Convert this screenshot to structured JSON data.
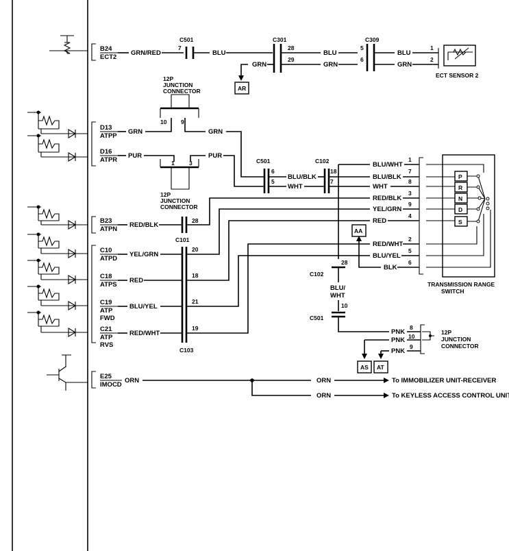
{
  "ecm_pins": [
    {
      "pin": "B24",
      "name": "ECT2"
    },
    {
      "pin": "D13",
      "name": "ATPP"
    },
    {
      "pin": "D16",
      "name": "ATPR"
    },
    {
      "pin": "B23",
      "name": "ATPN"
    },
    {
      "pin": "C10",
      "name": "ATPD"
    },
    {
      "pin": "C18",
      "name": "ATPS"
    },
    {
      "pin": "C19",
      "name": "ATP",
      "name2": "FWD"
    },
    {
      "pin": "C21",
      "name": "ATP",
      "name2": "RVS"
    },
    {
      "pin": "E25",
      "name": "IMOCD"
    }
  ],
  "connectors": {
    "c501": "C501",
    "c301": "C301",
    "c309": "C309",
    "c102": "C102",
    "c101": "C101",
    "c103": "C103",
    "jc12p_l1": "12P",
    "jc12p_l2": "JUNCTION",
    "jc12p_l3": "CONNECTOR"
  },
  "wires": {
    "grn_red": "GRN/RED",
    "blu": "BLU",
    "grn": "GRN",
    "pur": "PUR",
    "blu_blk": "BLU/BLK",
    "wht": "WHT",
    "blu_wht": "BLU/WHT",
    "red_blk": "RED/BLK",
    "yel_grn": "YEL/GRN",
    "red": "RED",
    "red_wht": "RED/WHT",
    "blu_yel": "BLU/YEL",
    "blk": "BLK",
    "blu_slash": "BLU/",
    "wht2": "WHT",
    "pnk": "PNK",
    "orn": "ORN"
  },
  "pins": {
    "c501_7": "7",
    "c301_28": "28",
    "c301_29": "29",
    "c309_5": "5",
    "c309_6": "6",
    "ect_1": "1",
    "ect_2": "2",
    "jc_10": "10",
    "jc_9": "9",
    "jc_1": "1",
    "jc_3": "3",
    "c501_6": "6",
    "c501_5": "5",
    "c102_18": "18",
    "c102_7": "7",
    "trs_1": "1",
    "trs_7": "7",
    "trs_8": "8",
    "trs_3": "3",
    "trs_9": "9",
    "trs_4": "4",
    "trs_2": "2",
    "trs_5": "5",
    "trs_6": "6",
    "c101_28": "28",
    "c101_20": "20",
    "c101_18": "18",
    "c101_21": "21",
    "c101_19": "19",
    "c102_28": "28",
    "c501_10": "10",
    "jcb_8": "8",
    "jcb_10": "10",
    "jcb_9": "9"
  },
  "labels": {
    "ect_sensor": "ECT SENSOR 2",
    "trs_l1": "TRANSMISSION RANGE",
    "trs_l2": "SWITCH",
    "ar": "AR",
    "aa": "AA",
    "as": "AS",
    "at": "AT",
    "immobilizer": "To IMMOBILIZER UNIT-RECEIVER",
    "keyless": "To KEYLESS ACCESS CONTROL UNIT"
  },
  "switch_positions": [
    "P",
    "R",
    "N",
    "D",
    "S"
  ]
}
